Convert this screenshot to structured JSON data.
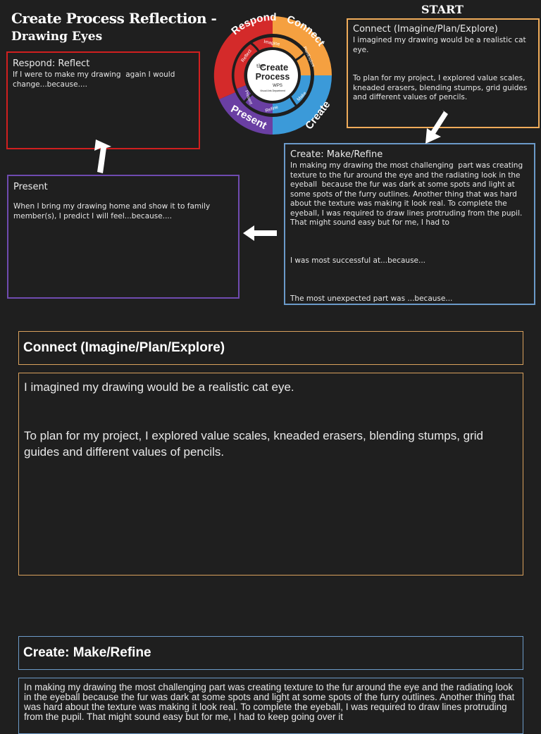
{
  "slide": {
    "title": "Create Process Reflection -",
    "subtitle": "Drawing Eyes",
    "start_label": "START",
    "cycle": {
      "center_top": "the",
      "center_create": "Create",
      "center_process": "Process",
      "center_org": "WPS",
      "center_dept": "Visual Arts Department",
      "outer_connect": "Connect",
      "outer_create": "Create",
      "outer_present": "Present",
      "outer_respond": "Respond",
      "inner_imagine": "Imagine",
      "inner_plan": "Plan/Explore",
      "inner_make": "Make",
      "inner_refine": "Refine",
      "inner_present": "Present",
      "inner_reflect": "Reflect",
      "colors": {
        "orange": "#f5a040",
        "blue": "#3b9ad9",
        "purple": "#6a3fa3",
        "red": "#d42a2a"
      }
    },
    "reflect_box": {
      "title": "Respond: Reflect",
      "body": "If I were to make my drawing  again I would change...because...."
    },
    "connect_box": {
      "title": "Connect (Imagine/Plan/Explore)",
      "body": "I imagined my drawing would be a realistic cat eye.\n\n\nTo plan for my project, I explored value scales, kneaded erasers, blending stumps, grid guides and different values of pencils."
    },
    "create_box": {
      "title": "Create: Make/Refine",
      "body": "In making my drawing the most challenging  part was creating texture to the fur around the eye and the radiating look in the eyeball  because the fur was dark at some spots and light at some spots of the furry outlines. Another thing that was hard about the texture was making it look real. To complete the eyeball, I was required to draw lines protruding from the pupil. That might sound easy but for me, I had to\n\n\n\nI was most successful at...because...\n\n\n\nThe most unexpected part was ...because..."
    },
    "present_box": {
      "title": "Present",
      "body": "When I bring my drawing home and show it to family member(s), I predict I will feel...because...."
    }
  },
  "sections": {
    "connect": {
      "header": "Connect (Imagine/Plan/Explore)",
      "body": "I imagined my drawing would be a realistic cat eye.\n\n\nTo plan for my project, I explored value scales, kneaded erasers, blending stumps, grid guides and different values of pencils."
    },
    "create": {
      "header": "Create: Make/Refine",
      "body": "In making my drawing the most challenging  part was creating texture to the fur around the eye and the radiating look in the eyeball  because the fur was dark at some spots and light at some spots of the furry outlines. Another thing that was hard about the texture was making it look real. To complete the eyeball, I was required to draw lines protruding from the pupil. That might sound easy but for me, I had to keep going over it"
    }
  }
}
